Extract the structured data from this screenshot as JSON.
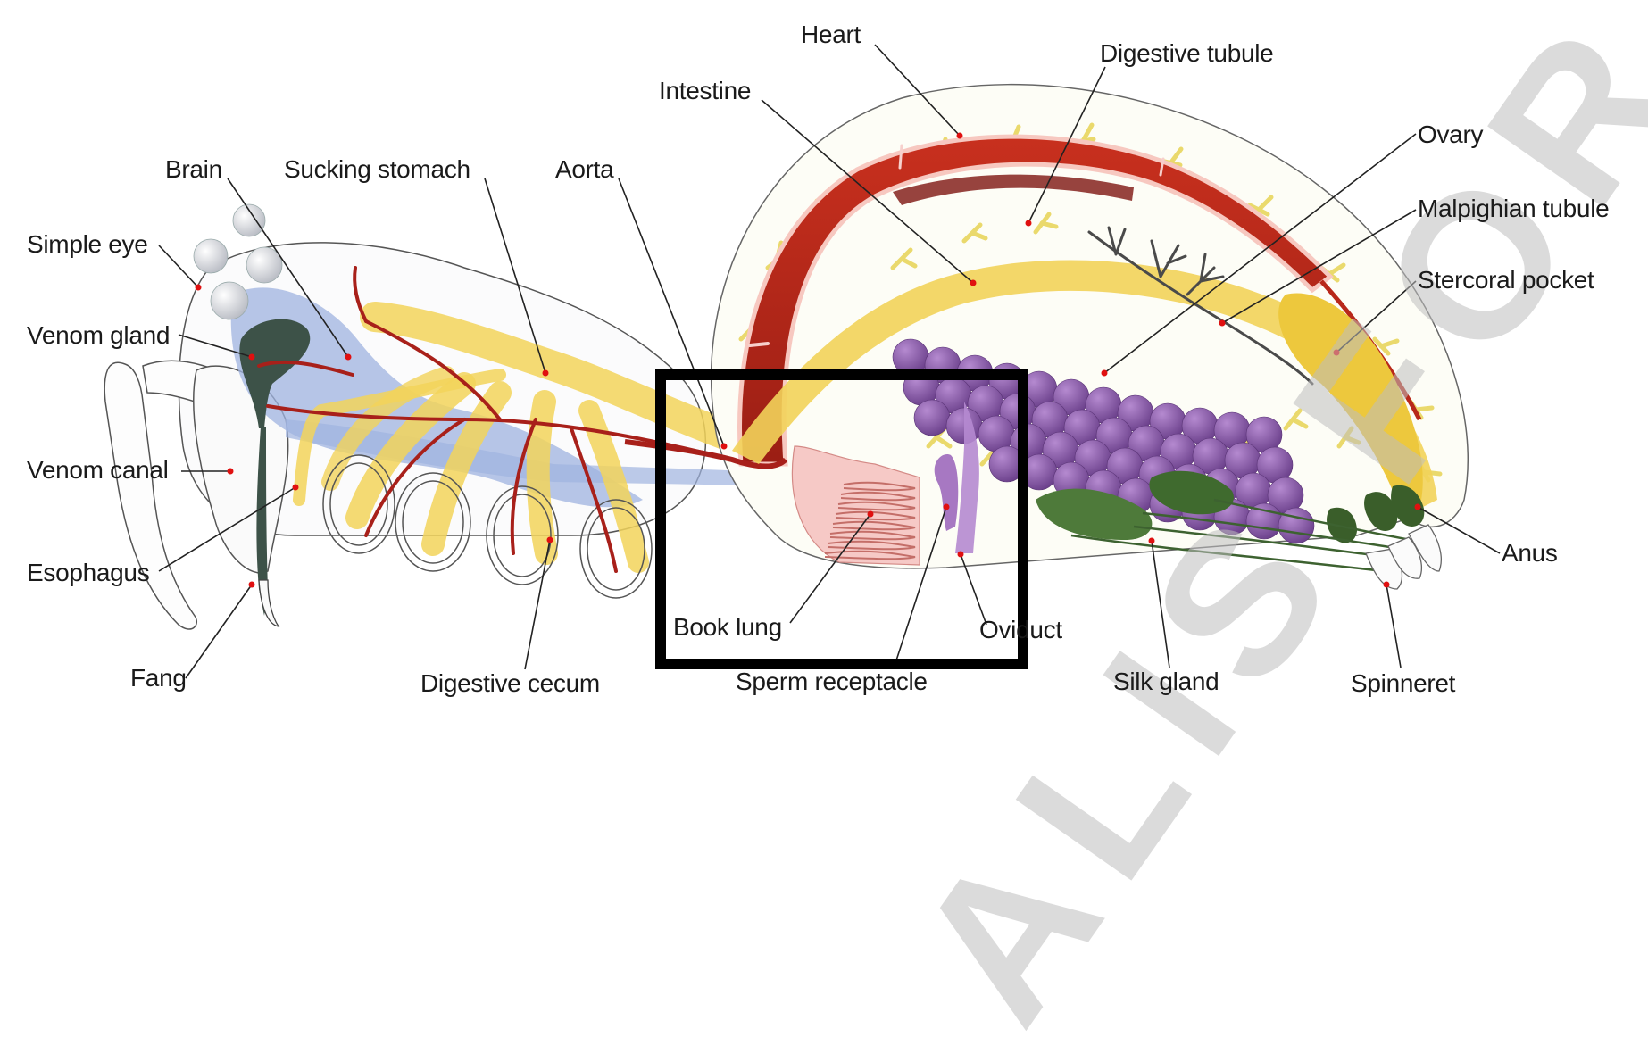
{
  "title": "Internal anatomy of a spider (female)",
  "labels": {
    "heart": "Heart",
    "digestive_tubule": "Digestive tubule",
    "intestine": "Intestine",
    "ovary": "Ovary",
    "brain": "Brain",
    "sucking_stomach": "Sucking stomach",
    "aorta": "Aorta",
    "malpighian_tubule": "Malpighian tubule",
    "simple_eye": "Simple eye",
    "stercoral_pocket": "Stercoral pocket",
    "venom_gland": "Venom gland",
    "venom_canal": "Venom canal",
    "esophagus": "Esophagus",
    "anus": "Anus",
    "book_lung": "Book lung",
    "oviduct": "Oviduct",
    "fang": "Fang",
    "digestive_cecum": "Digestive cecum",
    "sperm_receptacle": "Sperm receptacle",
    "silk_gland": "Silk gland",
    "spinneret": "Spinneret"
  },
  "highlight_box": {
    "covers": [
      "Book lung",
      "Oviduct",
      "Sperm receptacle"
    ]
  },
  "watermark_text": "ALIS FOR SA",
  "colors": {
    "heart": "#b8281a",
    "heart_dark": "#7d1410",
    "intestine": "#f2d35a",
    "digestive_tubule": "#e8d65e",
    "ovary": "#8a5aa8",
    "venom_gland": "#3d5248",
    "nervous": "#9fb3e0",
    "silk_gland": "#4e7a3a",
    "book_lung": "#f6c9c6",
    "pointer_dot": "#e01010",
    "highlight_box": "#000000"
  }
}
